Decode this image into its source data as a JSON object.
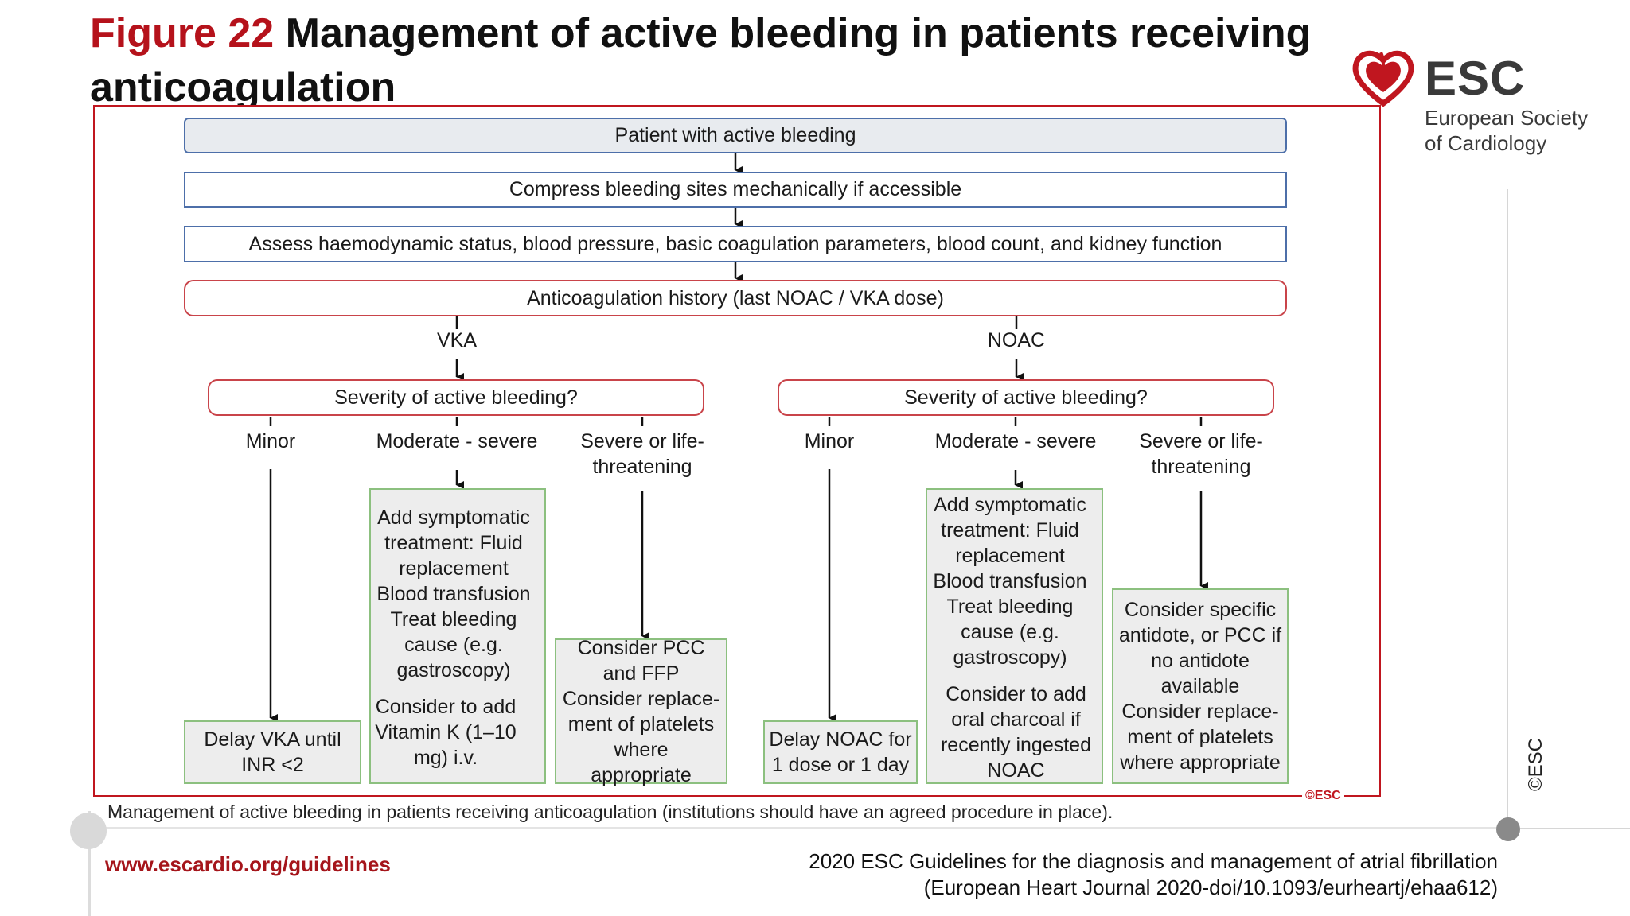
{
  "header": {
    "figure_label": "Figure 22",
    "title": "Management of active bleeding in patients receiving anticoagulation"
  },
  "logo": {
    "name": "ESC",
    "line1": "European Society",
    "line2": "of Cardiology",
    "heart_color": "#c0161f"
  },
  "side_copyright": "©ESC",
  "frame_copyright": "©ESC",
  "flow": {
    "start": "Patient with active bleeding",
    "compress": "Compress bleeding sites mechanically if accessible",
    "assess": "Assess haemodynamic status, blood pressure, basic coagulation parameters, blood count, and kidney function",
    "history": "Anticoagulation history (last NOAC / VKA dose)",
    "vka": {
      "branch": "VKA",
      "question": "Severity of active bleeding?",
      "minor": "Minor",
      "moderate": "Moderate - severe",
      "severe": "Severe or life-threatening",
      "minor_action": "Delay VKA until INR <2",
      "moderate_action": "Add symptomatic treatment: Fluid replacement Blood transfusion Treat bleeding cause (e.g. gastroscopy)",
      "moderate_extra": "Consider to add Vitamin K (1–10 mg) i.v.",
      "severe_action": "Consider PCC and FFP Consider replace-ment of platelets where appropriate"
    },
    "noac": {
      "branch": "NOAC",
      "question": "Severity of active bleeding?",
      "minor": "Minor",
      "moderate": "Moderate - severe",
      "severe": "Severe or life-threatening",
      "minor_action": "Delay NOAC for 1 dose or 1 day",
      "moderate_action": "Add symptomatic treatment: Fluid replacement Blood transfusion Treat bleeding cause (e.g. gastroscopy)",
      "moderate_extra": "Consider to add oral charcoal if recently ingested NOAC",
      "severe_action": "Consider specific antidote, or PCC if no antidote available Consider replace-ment of platelets where appropriate"
    }
  },
  "caption": "Management of active bleeding in patients receiving anticoagulation (institutions should have an agreed procedure in place).",
  "footer": {
    "url": "www.escardio.org/guidelines",
    "ref_line1": "2020 ESC Guidelines for the diagnosis and management of atrial fibrillation",
    "ref_line2": "(European Heart Journal 2020-doi/10.1093/eurheartj/ehaa612)"
  },
  "colors": {
    "accent_red": "#c0161f",
    "box_blue_border": "#4d6fa9",
    "box_green_border": "#8cc07f",
    "box_grey_fill": "#e8ebef"
  }
}
